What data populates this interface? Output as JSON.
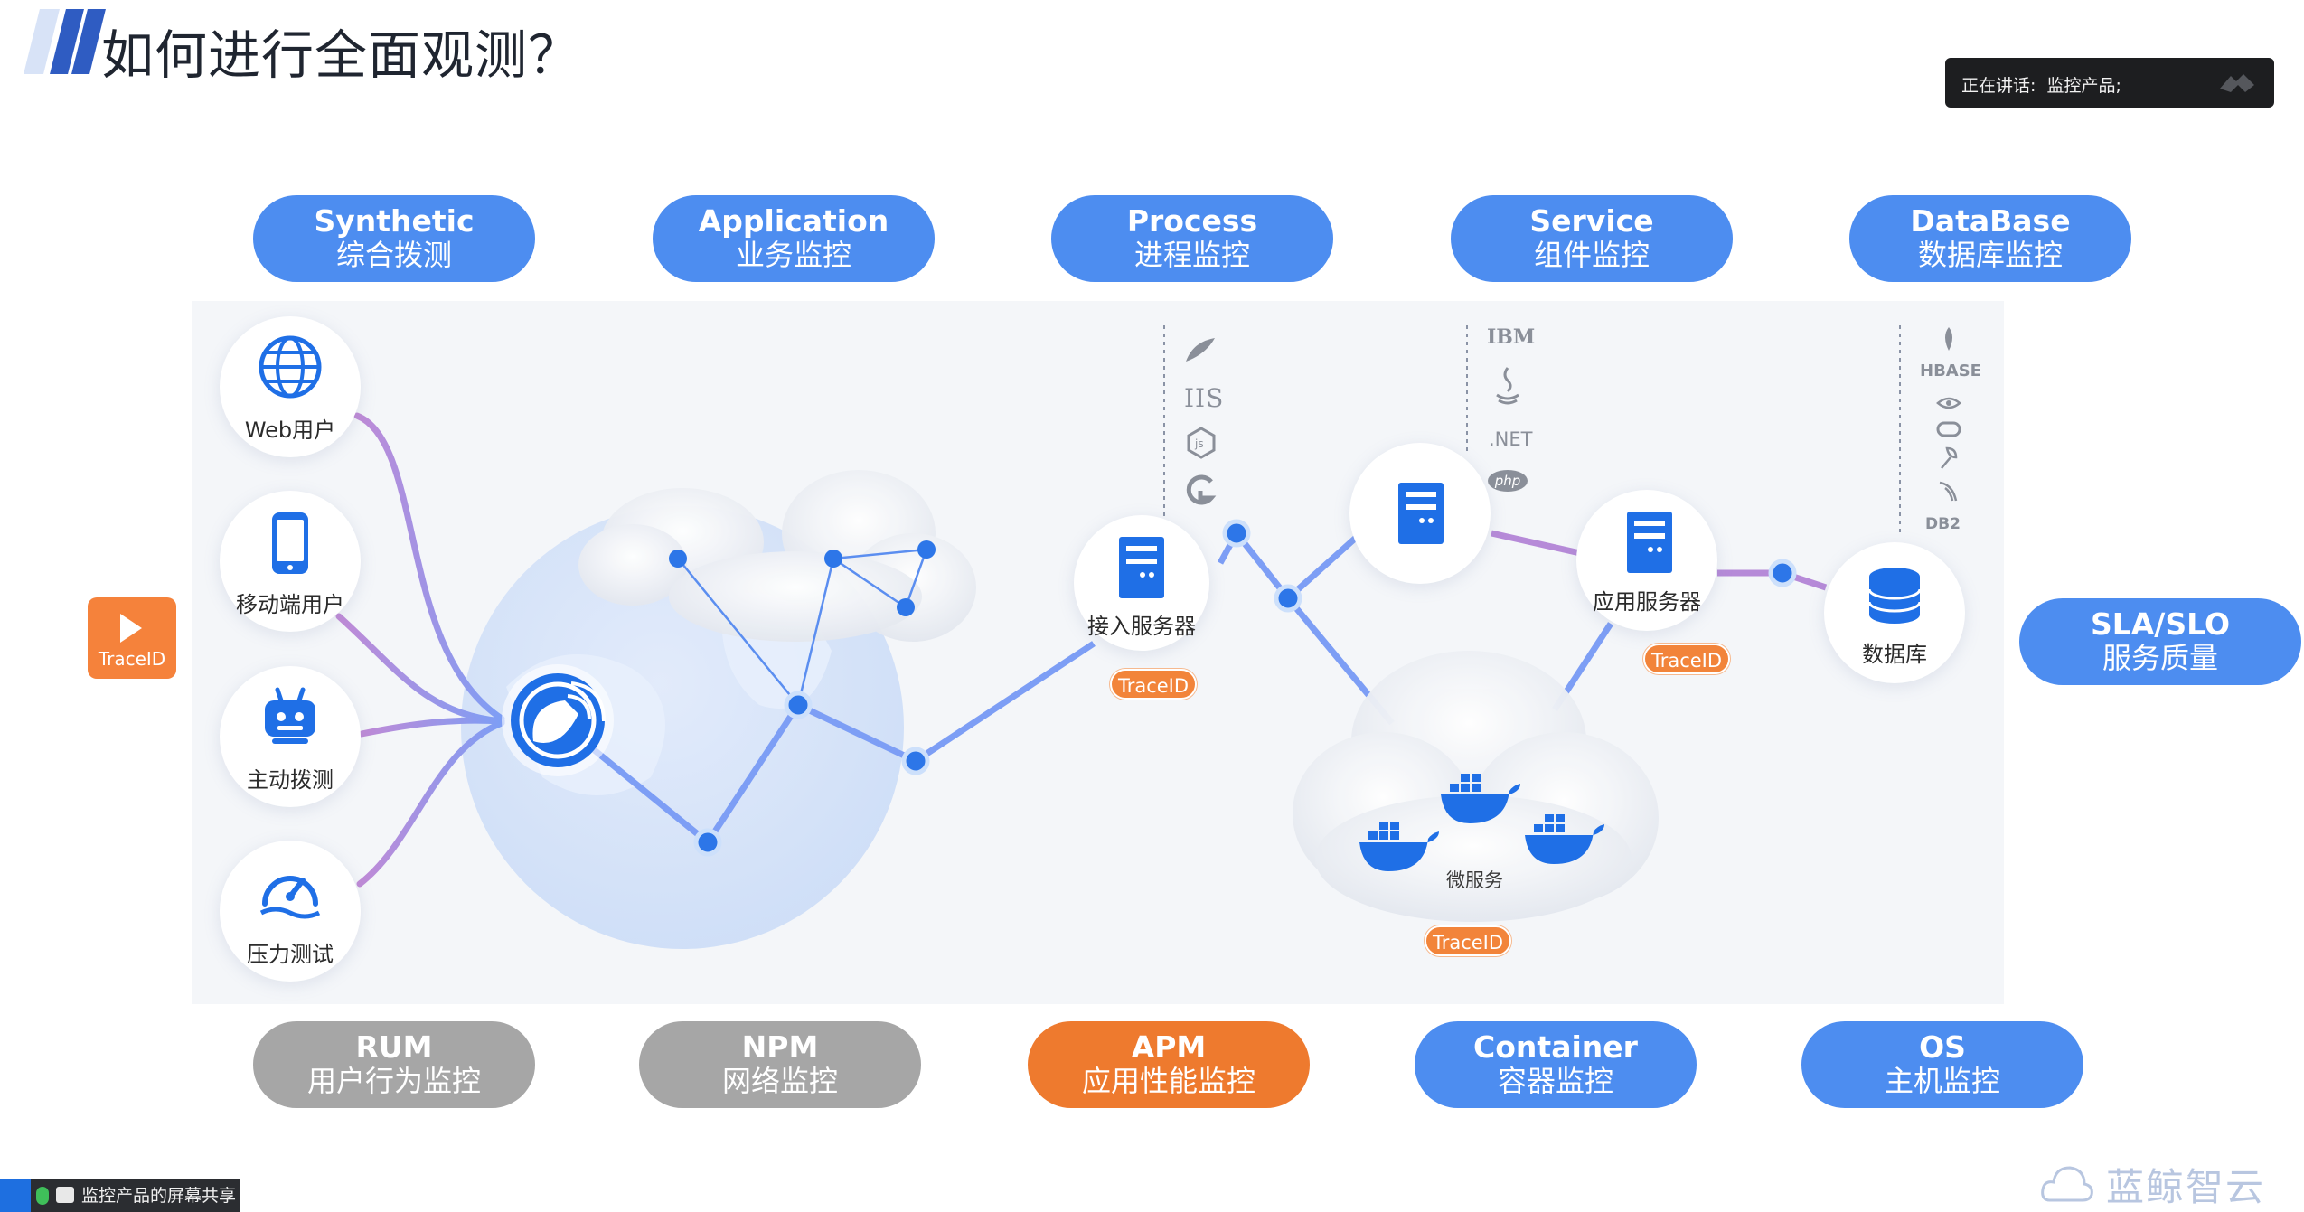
{
  "title": "如何进行全面观测？",
  "speaking": {
    "label": "正在讲话:",
    "name": "监控产品;"
  },
  "top_pills": [
    {
      "en": "Synthetic",
      "zh": "综合拨测"
    },
    {
      "en": "Application",
      "zh": "业务监控"
    },
    {
      "en": "Process",
      "zh": "进程监控"
    },
    {
      "en": "Service",
      "zh": "组件监控"
    },
    {
      "en": "DataBase",
      "zh": "数据库监控"
    }
  ],
  "bottom_pills": [
    {
      "en": "RUM",
      "zh": "用户行为监控",
      "color": "#a6a6a6"
    },
    {
      "en": "NPM",
      "zh": "网络监控",
      "color": "#a6a6a6"
    },
    {
      "en": "APM",
      "zh": "应用性能监控",
      "color": "#ee7a2e"
    },
    {
      "en": "Container",
      "zh": "容器监控",
      "color": "#4d8df0"
    },
    {
      "en": "OS",
      "zh": "主机监控",
      "color": "#4d8df0"
    }
  ],
  "left_nodes": [
    {
      "label": "Web用户",
      "icon": "globe-icon"
    },
    {
      "label": "移动端用户",
      "icon": "phone-icon"
    },
    {
      "label": "主动拨测",
      "icon": "robot-icon"
    },
    {
      "label": "压力测试",
      "icon": "gauge-icon"
    }
  ],
  "servers": {
    "access": "接入服务器",
    "app": "应用服务器",
    "db": "数据库",
    "micro": "微服务"
  },
  "trace_tag": "TraceID",
  "sla": {
    "en": "SLA/SLO",
    "zh": "服务质量"
  },
  "tech_process": [
    "IIS"
  ],
  "tech_service": [
    "IBM",
    ".NET",
    "php"
  ],
  "tech_db": [
    "HBASE",
    "DB2"
  ],
  "share_bar": "监控产品的屏幕共享",
  "brand": "蓝鲸智云",
  "colors": {
    "blue": "#4d8df0",
    "orange": "#ee7a2e",
    "gray": "#a6a6a6",
    "link": "#7d9ef5",
    "purple": "#b68ad8"
  }
}
